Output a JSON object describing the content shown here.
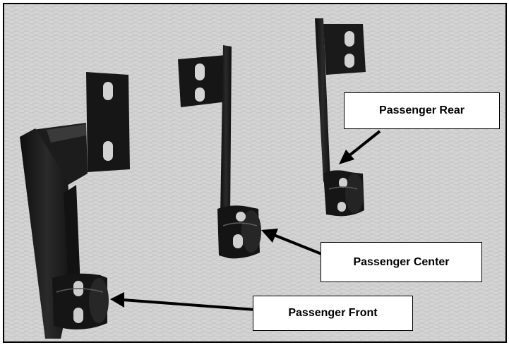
{
  "photo": {
    "subject": "bracket-photo",
    "background_color": "#d0d0d0",
    "bracket_color": "#161616"
  },
  "callouts": {
    "rear": "Passenger Rear",
    "center": "Passenger Center",
    "front": "Passenger Front"
  },
  "colors": {
    "border": "#000000",
    "label_bg": "#ffffff",
    "label_text": "#000000",
    "arrow": "#000000"
  }
}
